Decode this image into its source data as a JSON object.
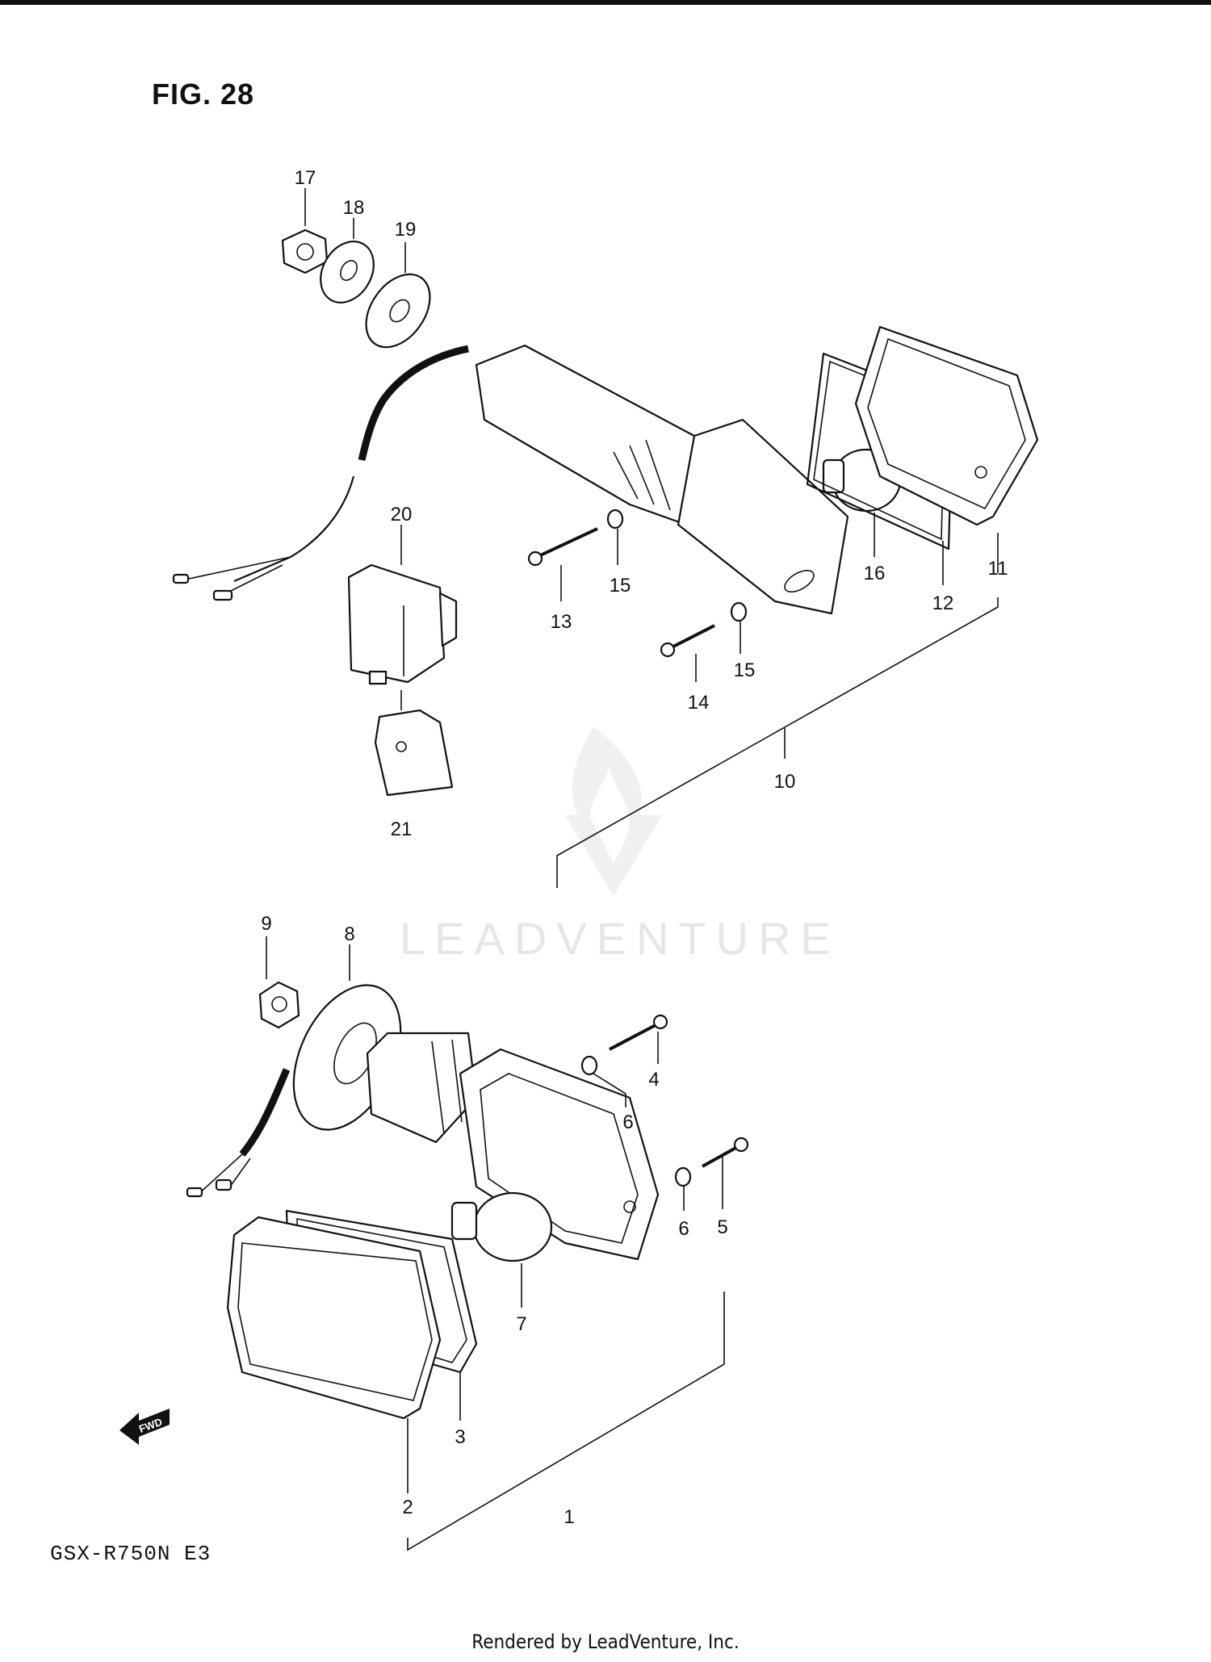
{
  "figure": {
    "title": "FIG. 28",
    "model": "GSX-R750N  E3",
    "footer": "Rendered by LeadVenture, Inc."
  },
  "watermark": {
    "text": "LEADVENTURE"
  },
  "callouts": {
    "c1": "1",
    "c2": "2",
    "c3": "3",
    "c4": "4",
    "c5": "5",
    "c6a": "6",
    "c6b": "6",
    "c7": "7",
    "c8": "8",
    "c9": "9",
    "c10": "10",
    "c11": "11",
    "c12": "12",
    "c13": "13",
    "c14": "14",
    "c15a": "15",
    "c15b": "15",
    "c16": "16",
    "c17": "17",
    "c18": "18",
    "c19": "19",
    "c20": "20",
    "c21": "21"
  },
  "fwd_label": "FWD",
  "icons": [
    "forward-arrow-icon",
    "leadventure-logo-icon"
  ]
}
